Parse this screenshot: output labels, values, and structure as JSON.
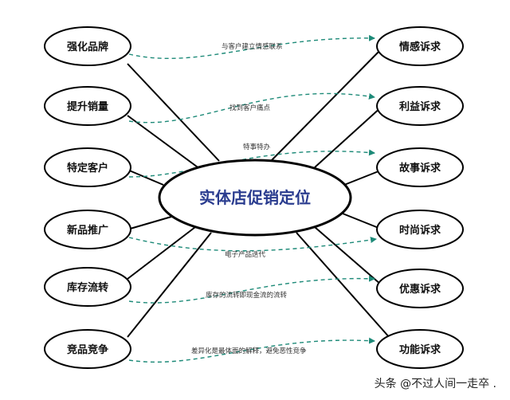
{
  "diagram": {
    "center": {
      "label": "实体店促销定位"
    },
    "left_nodes": [
      {
        "label": "强化品牌"
      },
      {
        "label": "提升销量"
      },
      {
        "label": "特定客户"
      },
      {
        "label": "新品推广"
      },
      {
        "label": "库存流转"
      },
      {
        "label": "竞品竞争"
      }
    ],
    "right_nodes": [
      {
        "label": "情感诉求"
      },
      {
        "label": "利益诉求"
      },
      {
        "label": "故事诉求"
      },
      {
        "label": "时尚诉求"
      },
      {
        "label": "优惠诉求"
      },
      {
        "label": "功能诉求"
      }
    ],
    "connections": [
      {
        "label": "与客户建立情感联系"
      },
      {
        "label": "找到客户痛点"
      },
      {
        "label": "特事特办"
      },
      {
        "label": "电子产品迭代"
      },
      {
        "label": "库存的流转即现金流的流转"
      },
      {
        "label": "差异化是最体面的解释，避免恶性竞争"
      }
    ],
    "colors": {
      "arrow": "#1d8a78",
      "line": "#000000",
      "center_text": "#2a3c8f"
    }
  },
  "watermark": "头条 @不过人间一走卒 ."
}
